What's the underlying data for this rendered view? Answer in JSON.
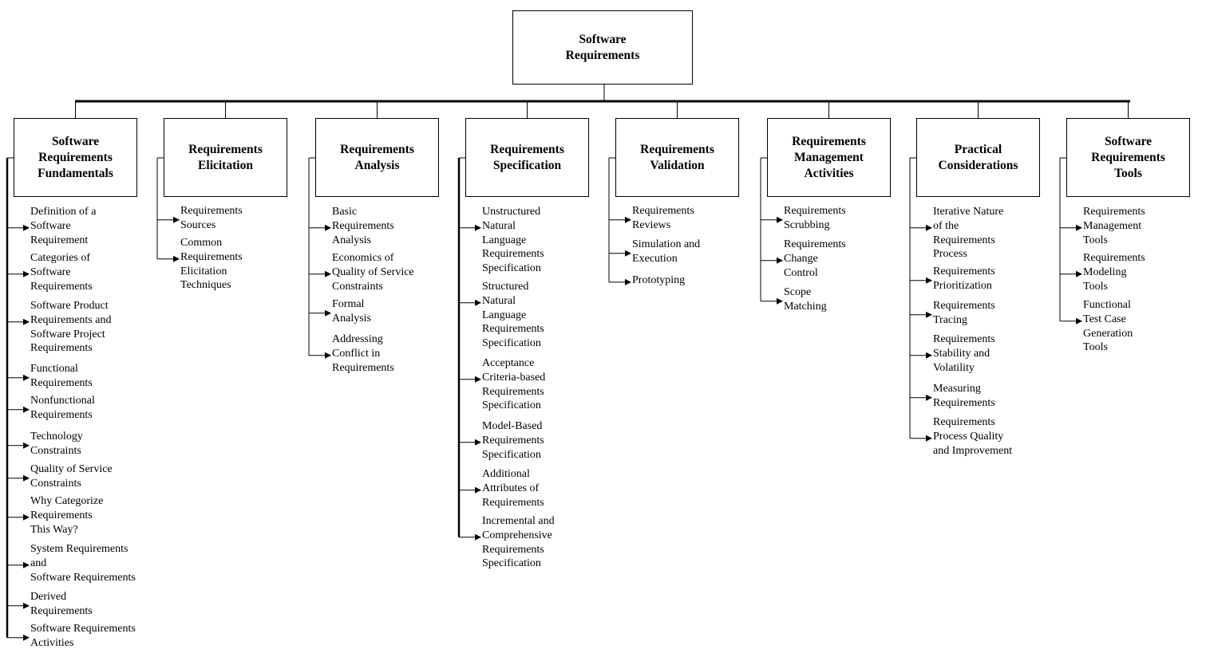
{
  "root": {
    "title": "Software\nRequirements"
  },
  "topics": [
    {
      "title": "Software\nRequirements\nFundamentals",
      "items": [
        "Definition of a\nSoftware\nRequirement",
        "Categories of\nSoftware\nRequirements",
        "Software Product\nRequirements and\nSoftware Project\nRequirements",
        "Functional\nRequirements",
        "Nonfunctional\nRequirements",
        "Technology\nConstraints",
        "Quality of Service\nConstraints",
        "Why Categorize\nRequirements\nThis Way?",
        "System Requirements\nand\nSoftware Requirements",
        "Derived\nRequirements",
        "Software Requirements\nActivities"
      ]
    },
    {
      "title": "Requirements\nElicitation",
      "items": [
        "Requirements\nSources",
        "Common\nRequirements\nElicitation\nTechniques"
      ]
    },
    {
      "title": "Requirements\nAnalysis",
      "items": [
        "Basic\nRequirements\nAnalysis",
        "Economics of\nQuality of Service\nConstraints",
        "Formal\nAnalysis",
        "Addressing\nConflict in\nRequirements"
      ]
    },
    {
      "title": "Requirements\nSpecification",
      "items": [
        "Unstructured\nNatural\nLanguage\nRequirements\nSpecification",
        "Structured\nNatural\nLanguage\nRequirements\nSpecification",
        "Acceptance\nCriteria-based\nRequirements\nSpecification",
        "Model-Based\nRequirements\nSpecification",
        "Additional\nAttributes of\nRequirements",
        "Incremental and\nComprehensive\nRequirements\nSpecification"
      ]
    },
    {
      "title": "Requirements\nValidation",
      "items": [
        "Requirements\nReviews",
        "Simulation and\nExecution",
        "Prototyping"
      ]
    },
    {
      "title": "Requirements\nManagement\nActivities",
      "items": [
        "Requirements\nScrubbing",
        "Requirements\nChange\nControl",
        "Scope\nMatching"
      ]
    },
    {
      "title": "Practical\nConsiderations",
      "items": [
        "Iterative Nature\nof the\nRequirements\nProcess",
        "Requirements\nPrioritization",
        "Requirements\nTracing",
        "Requirements\nStability and\nVolatility",
        "Measuring\nRequirements",
        "Requirements\nProcess Quality\nand Improvement"
      ]
    },
    {
      "title": "Software\nRequirements\nTools",
      "items": [
        "Requirements\nManagement\nTools",
        "Requirements\nModeling\nTools",
        "Functional\nTest Case\nGeneration\nTools"
      ]
    }
  ]
}
